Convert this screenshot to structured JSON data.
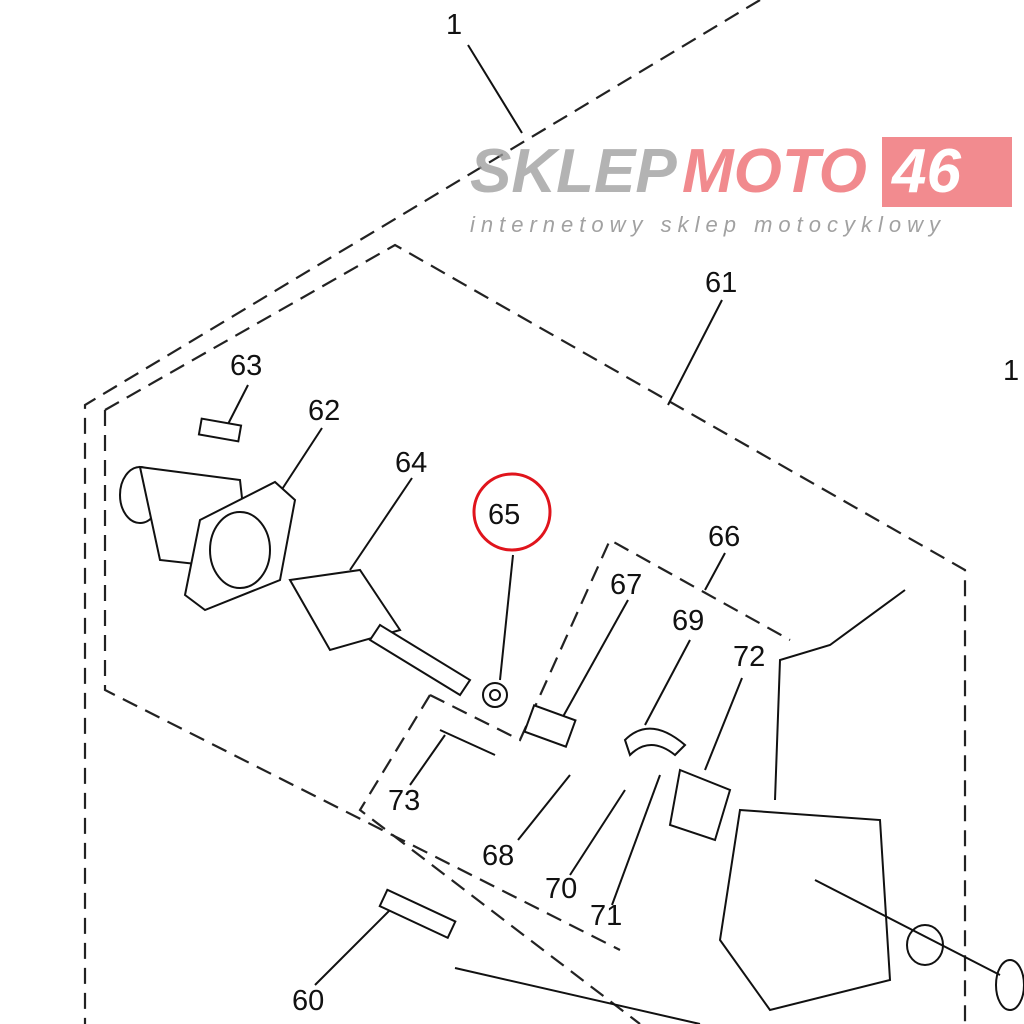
{
  "diagram": {
    "callouts": [
      "1",
      "61",
      "63",
      "62",
      "64",
      "65",
      "66",
      "67",
      "69",
      "72",
      "73",
      "68",
      "70",
      "71",
      "60",
      "1"
    ],
    "highlighted_callout": "65",
    "highlight_color": "#e0141c"
  },
  "watermark": {
    "brand_part1": "SKLEP",
    "brand_part2": "MOTO",
    "brand_part3": "46",
    "tagline": "internetowy sklep motocyklowy"
  }
}
